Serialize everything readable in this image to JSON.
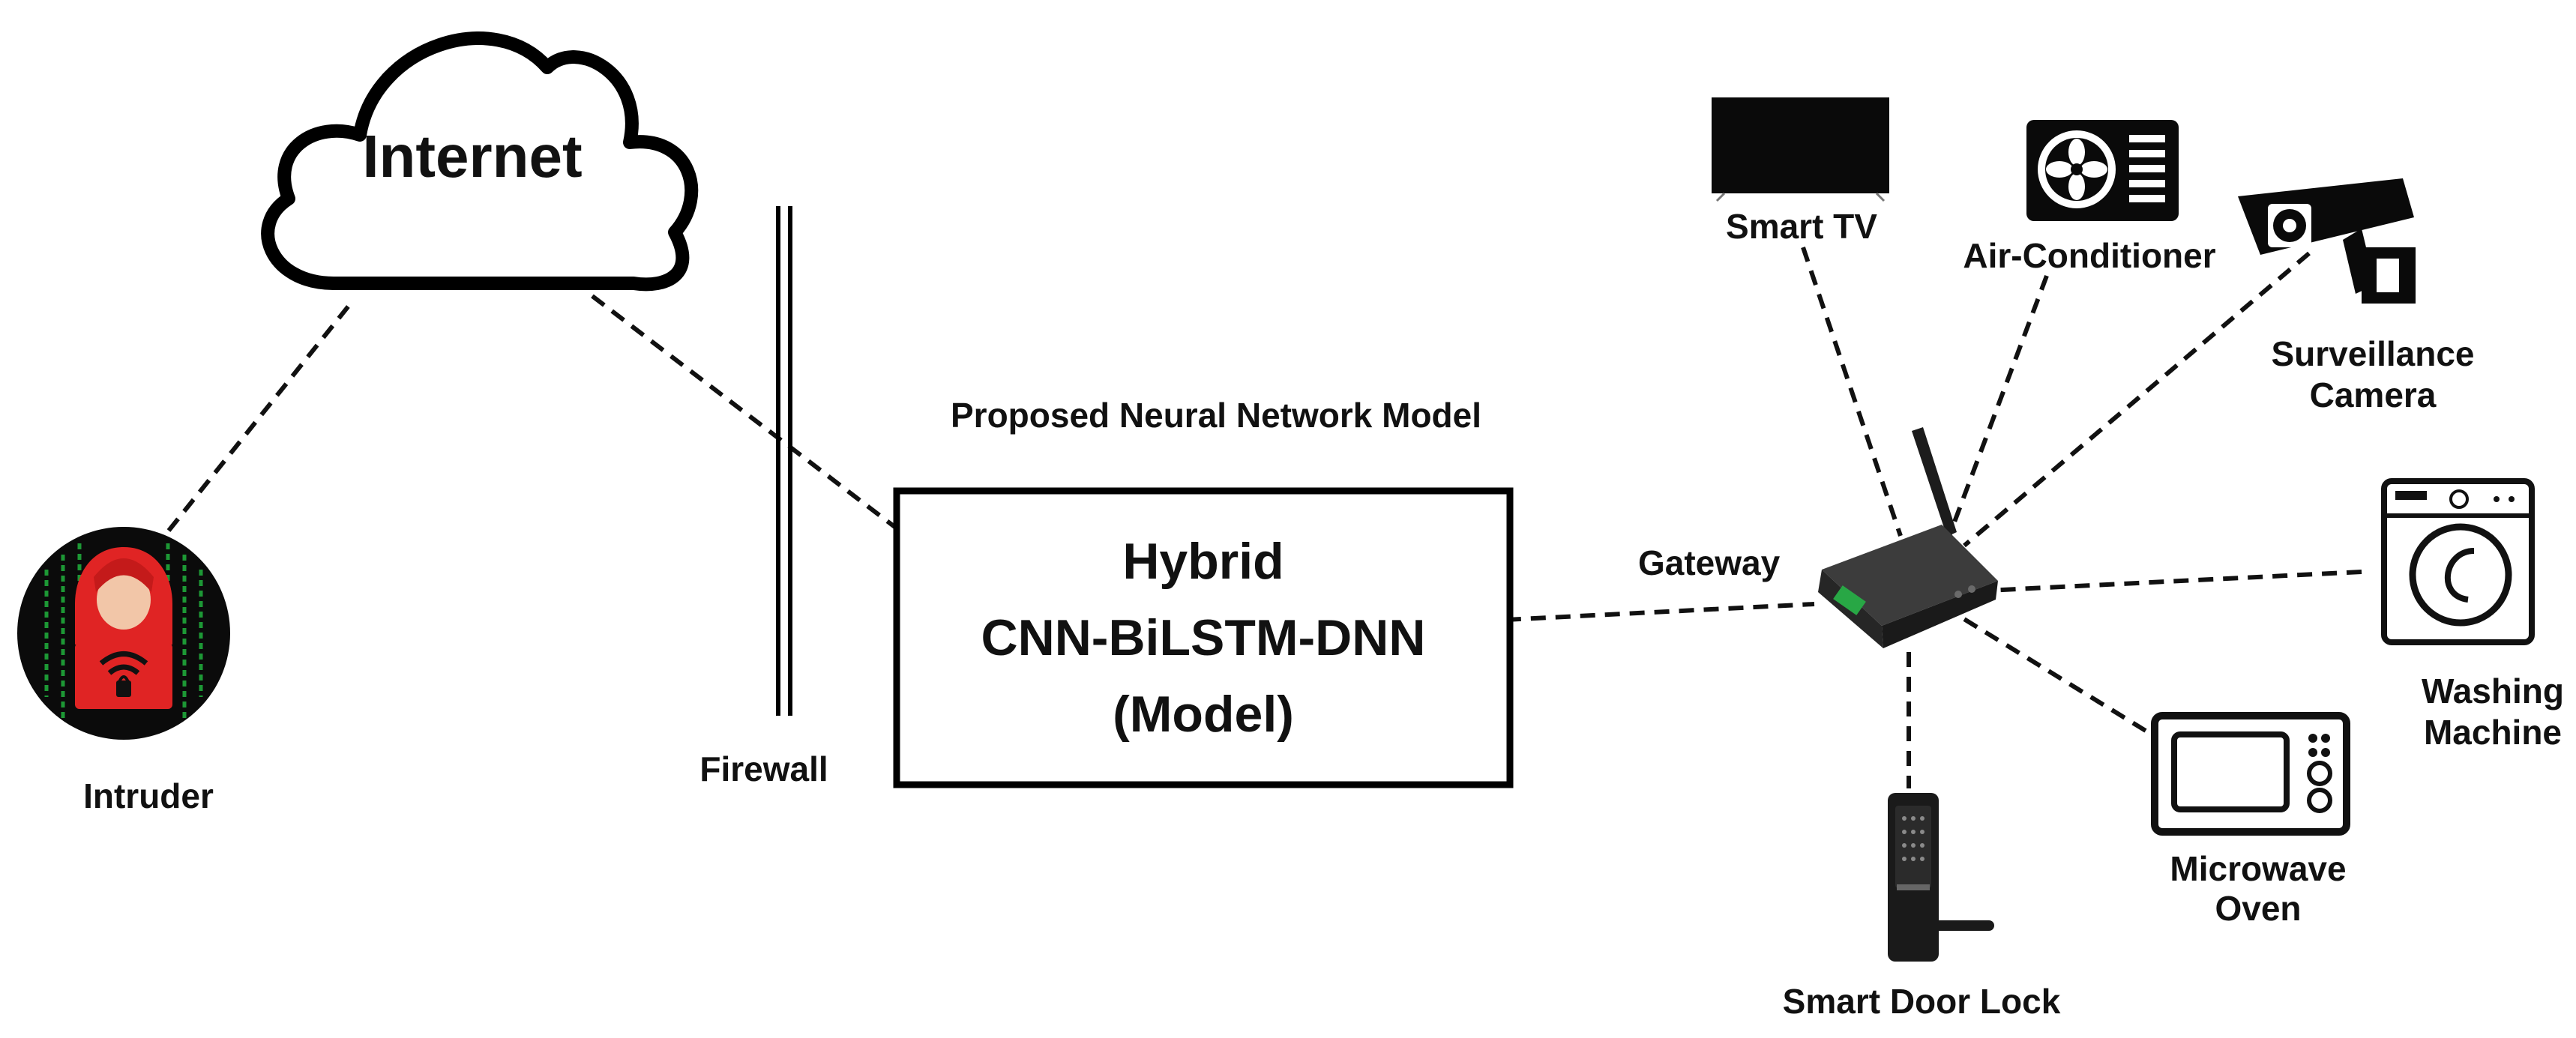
{
  "cloud": {
    "label": "Internet"
  },
  "firewall": {
    "label": "Firewall"
  },
  "intruder": {
    "label": "Intruder"
  },
  "model": {
    "caption": "Proposed Neural Network Model",
    "line1": "Hybrid",
    "line2": "CNN-BiLSTM-DNN",
    "line3": "(Model)"
  },
  "gateway": {
    "label": "Gateway"
  },
  "devices": {
    "smart_tv": "Smart TV",
    "air_conditioner": "Air-Conditioner",
    "camera_line1": "Surveillance",
    "camera_line2": "Camera",
    "washer_line1": "Washing",
    "washer_line2": "Machine",
    "microwave_line1": "Microwave",
    "microwave_line2": "Oven",
    "door_lock": "Smart Door Lock"
  },
  "colors": {
    "ink": "#111111",
    "intruder_red": "#e02424",
    "matrix_green": "#1fa83a",
    "gateway_body": "#2e2e2e"
  },
  "icons": [
    "cloud-icon",
    "hacker-icon",
    "firewall-icon",
    "router-icon",
    "tv-icon",
    "air-conditioner-icon",
    "camera-icon",
    "washing-machine-icon",
    "microwave-icon",
    "door-lock-icon"
  ]
}
